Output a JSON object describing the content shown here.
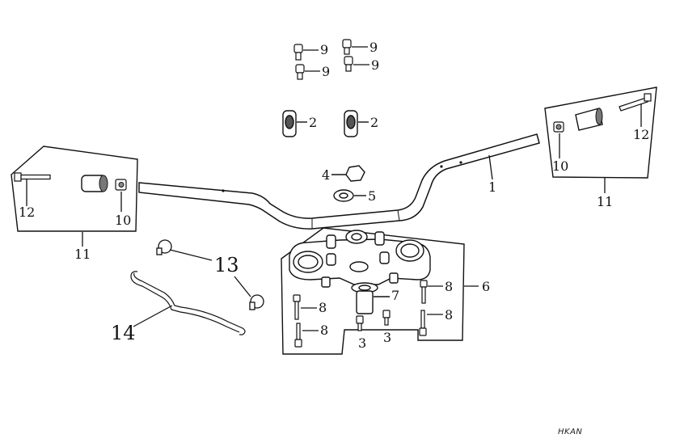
{
  "callouts": {
    "c1": "1",
    "c2a": "2",
    "c2b": "2",
    "c3a": "3",
    "c3b": "3",
    "c4": "4",
    "c5": "5",
    "c6": "6",
    "c7": "7",
    "c8a": "8",
    "c8b": "8",
    "c8c": "8",
    "c8d": "8",
    "c9a": "9",
    "c9b": "9",
    "c9c": "9",
    "c9d": "9",
    "c10a": "10",
    "c10b": "10",
    "c11a": "11",
    "c11b": "11",
    "c12a": "12",
    "c12b": "12",
    "c13": "13",
    "c14": "14"
  },
  "watermark": "HKAN"
}
